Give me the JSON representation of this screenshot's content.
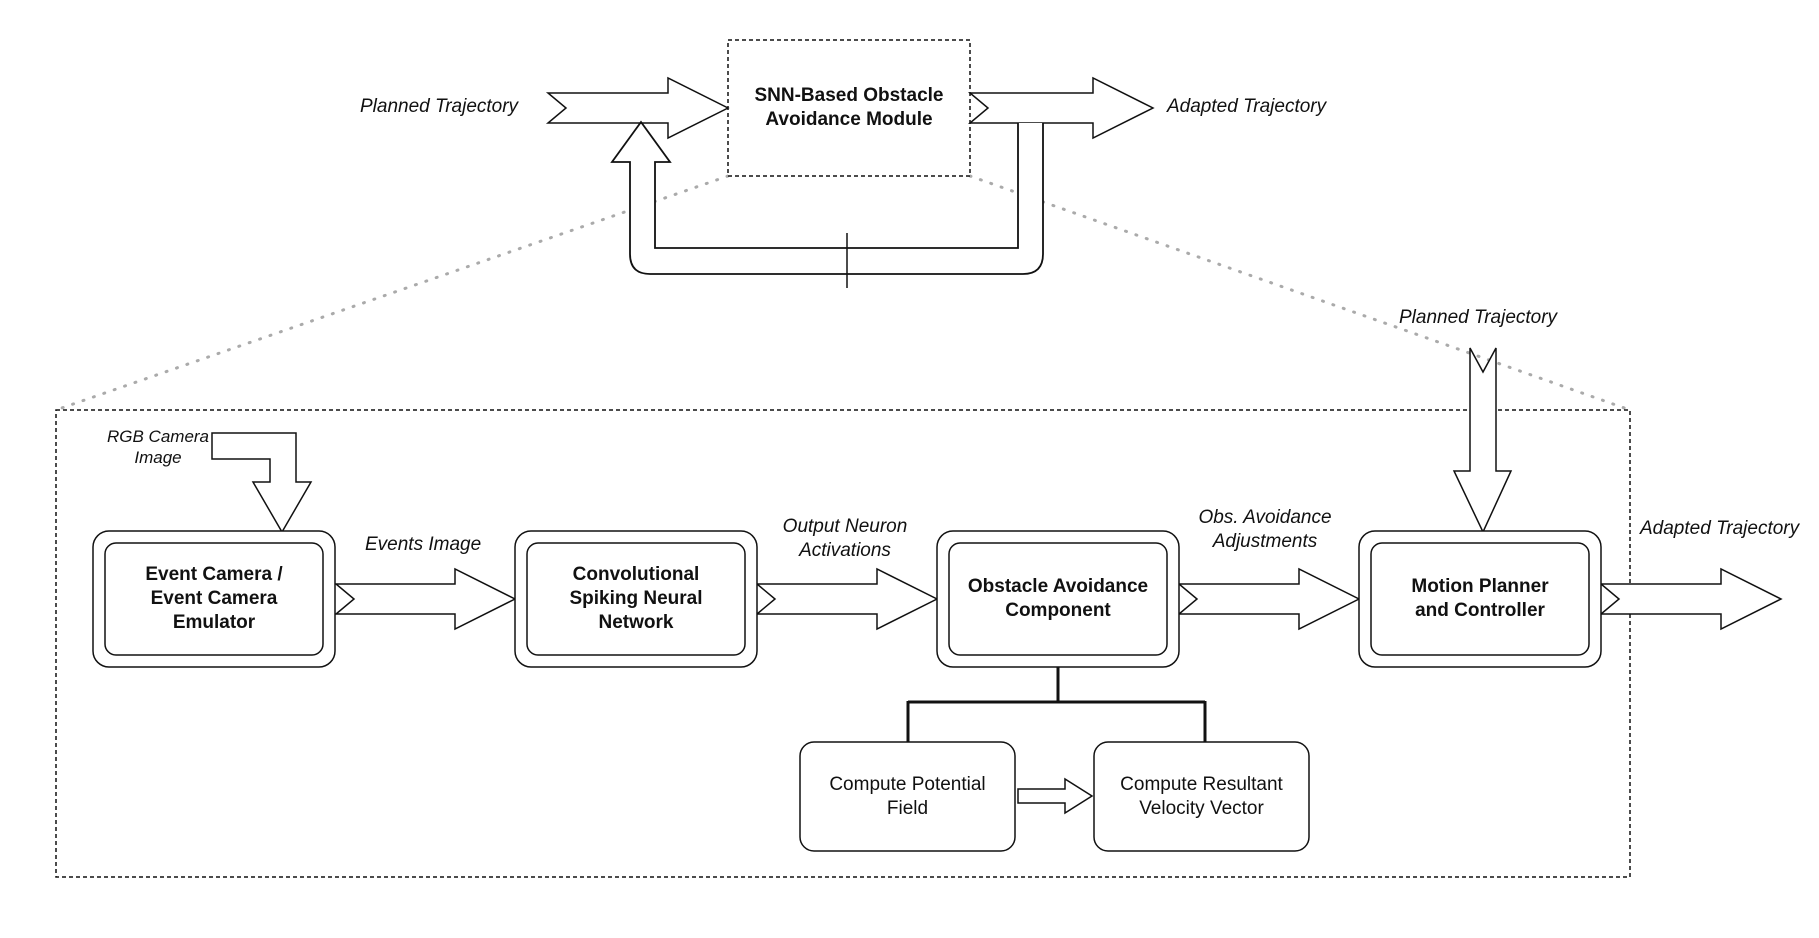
{
  "top": {
    "module": "SNN-Based Obstacle\nAvoidance Module",
    "in_label": "Planned Trajectory",
    "out_label": "Adapted Trajectory"
  },
  "detail": {
    "rgb_label": "RGB Camera\nImage",
    "planned_label": "Planned Trajectory",
    "adapted_label": "Adapted Trajectory",
    "blocks": {
      "event_camera": "Event Camera /\nEvent Camera\nEmulator",
      "csnn": "Convolutional\nSpiking Neural\nNetwork",
      "obstacle": "Obstacle Avoidance\nComponent",
      "motion": "Motion Planner\nand Controller"
    },
    "edges": {
      "events": "Events Image",
      "activations": "Output Neuron\nActivations",
      "adjustments": "Obs. Avoidance\nAdjustments"
    },
    "sub": {
      "potential": "Compute Potential\nField",
      "velocity": "Compute Resultant\nVelocity Vector"
    }
  }
}
